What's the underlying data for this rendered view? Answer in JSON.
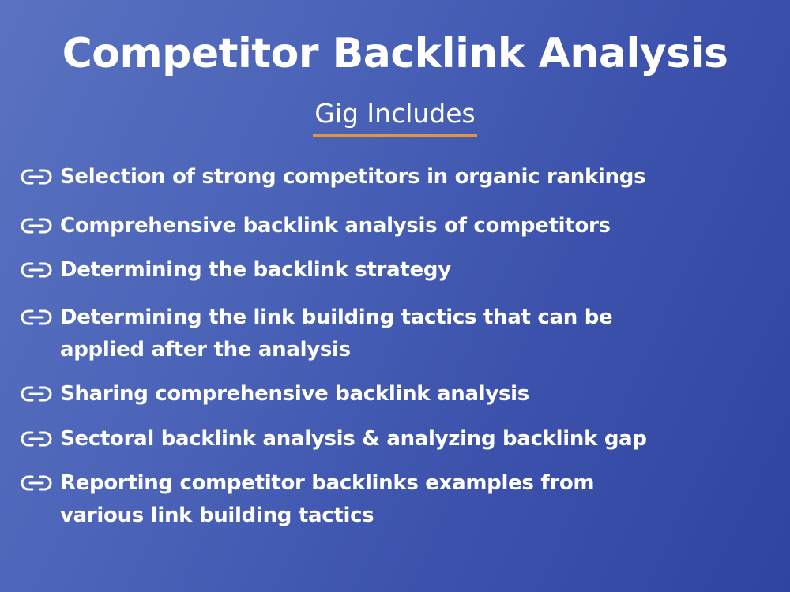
{
  "title": "Competitor Backlink Analysis",
  "subtitle": "Gig Includes",
  "colors": {
    "background_start": "#5a72c0",
    "background_end": "#2f44a0",
    "text": "#ffffff",
    "underline": "#e8923a"
  },
  "bullet_icon": "link-icon",
  "items": [
    {
      "line1": "Selection of strong competitors in organic rankings",
      "line2": ""
    },
    {
      "line1": "Comprehensive backlink analysis of competitors",
      "line2": ""
    },
    {
      "line1": "Determining the backlink strategy",
      "line2": ""
    },
    {
      "line1": "Determining the link building tactics that can be",
      "line2": "applied after the analysis"
    },
    {
      "line1": "Sharing comprehensive backlink analysis",
      "line2": ""
    },
    {
      "line1": "Sectoral backlink analysis & analyzing backlink gap",
      "line2": ""
    },
    {
      "line1": "Reporting competitor backlinks examples from",
      "line2": "various link building tactics"
    }
  ]
}
